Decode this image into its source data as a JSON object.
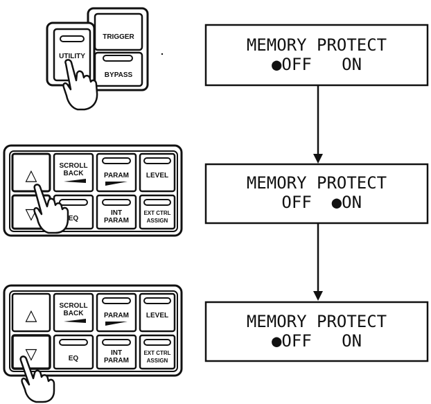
{
  "step1_panel": {
    "utility_label": "UTILITY",
    "trigger_label": "TRIGGER",
    "bypass_label": "BYPASS"
  },
  "keypad": {
    "up_symbol": "△",
    "down_symbol": "▽",
    "scroll_back_line1": "SCROLL",
    "scroll_back_line2": "BACK",
    "param_label": "PARAM",
    "level_label": "LEVEL",
    "eq_label": "EQ",
    "int_param_line1": "INT",
    "int_param_line2": "PARAM",
    "ext_ctrl_line1": "EXT CTRL",
    "ext_ctrl_line2": "ASSIGN"
  },
  "displays": [
    {
      "line1": "MEMORY PROTECT",
      "line2": "●OFF   ON"
    },
    {
      "line1": "MEMORY PROTECT",
      "line2": " OFF  ●ON"
    },
    {
      "line1": "MEMORY PROTECT",
      "line2": "●OFF   ON"
    }
  ]
}
